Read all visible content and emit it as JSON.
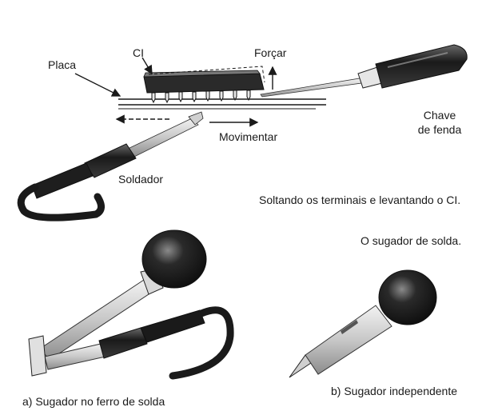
{
  "top_panel": {
    "labels": {
      "ci": "CI",
      "forcar": "Forçar",
      "placa": "Placa",
      "chave_line1": "Chave",
      "chave_line2": "de fenda",
      "movimentar": "Movimentar",
      "soldador": "Soldador"
    },
    "caption": "Soltando os terminais e levantando o CI."
  },
  "bottom_panel": {
    "heading": "O sugador de solda.",
    "caption_a": "a) Sugador no ferro de solda",
    "caption_b": "b) Sugador independente"
  }
}
